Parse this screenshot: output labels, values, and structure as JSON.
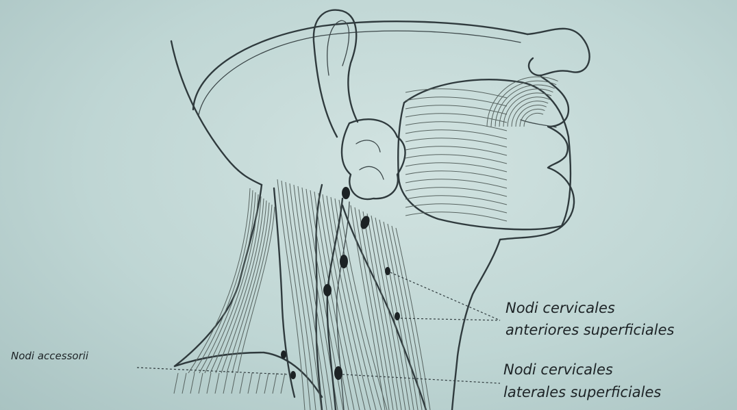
{
  "labels": {
    "accessorii": "Nodi accessorii",
    "anterior_line1": "Nodi cervicales",
    "anterior_line2": "anteriores superficiales",
    "lateral_line1": "Nodi cervicales",
    "lateral_line2": "laterales superficiales"
  },
  "colors": {
    "background": "#bfd6d4",
    "ink": "#2f3a3d",
    "nodes": "#1c2224"
  }
}
